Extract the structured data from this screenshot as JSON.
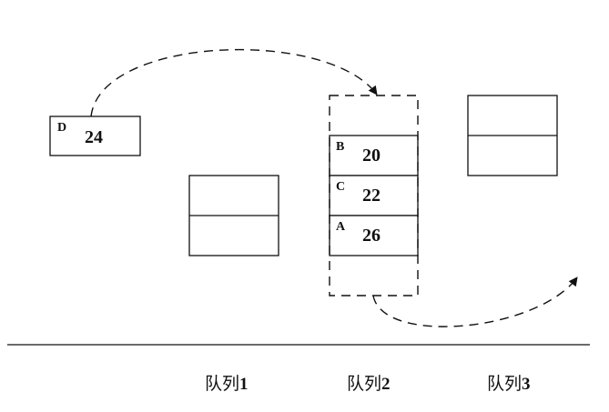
{
  "incoming": {
    "letter": "D",
    "value": "24"
  },
  "queue2": {
    "slots": [
      {
        "letter": "",
        "value": ""
      },
      {
        "letter": "B",
        "value": "20"
      },
      {
        "letter": "C",
        "value": "22"
      },
      {
        "letter": "A",
        "value": "26"
      },
      {
        "letter": "",
        "value": ""
      }
    ]
  },
  "labels": {
    "queue1": {
      "name": "队列",
      "num": "1"
    },
    "queue2": {
      "name": "队列",
      "num": "2"
    },
    "queue3": {
      "name": "队列",
      "num": "3"
    }
  }
}
